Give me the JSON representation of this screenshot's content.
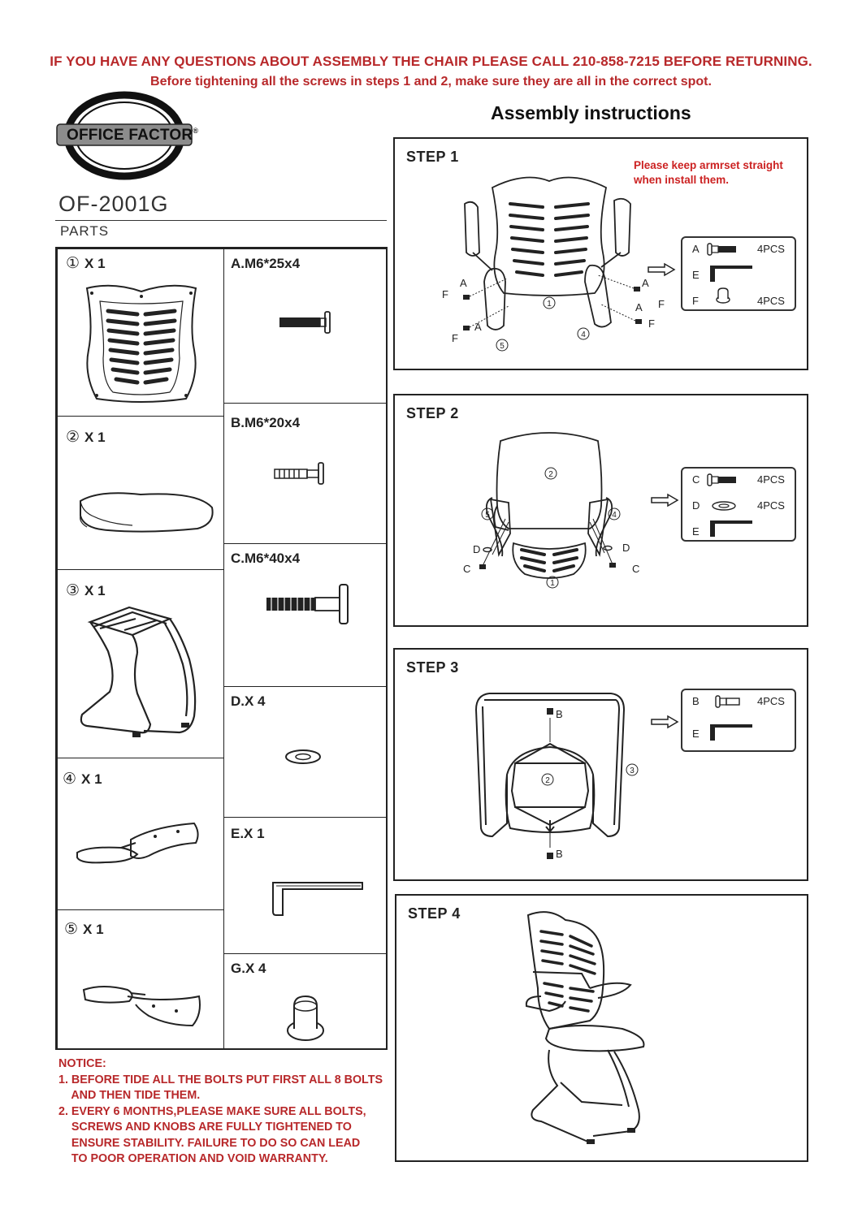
{
  "header": {
    "warning_line1": "IF YOU HAVE ANY QUESTIONS ABOUT ASSEMBLY THE CHAIR PLEASE CALL 210-858-7215 BEFORE RETURNING.",
    "warning_line2": "Before tightening all the screws in steps 1 and 2, make sure they are all in the correct spot."
  },
  "brand": {
    "logo_text": "OFFICE FACTOR",
    "logo_mark": "®"
  },
  "product": {
    "model": "OF-2001G",
    "parts_heading": "PARTS"
  },
  "assembly_title": "Assembly instructions",
  "parts": {
    "p1": {
      "num": "①",
      "qty": "X 1"
    },
    "p2": {
      "num": "②",
      "qty": "X 1"
    },
    "p3": {
      "num": "③",
      "qty": "X 1"
    },
    "p4": {
      "num": "④",
      "qty": "X 1"
    },
    "p5": {
      "num": "⑤",
      "qty": "X 1"
    },
    "a": "A.M6*25x4",
    "b": "B.M6*20x4",
    "c": "C.M6*40x4",
    "d": "D.X 4",
    "e": "E.X 1",
    "g": "G.X 4"
  },
  "steps": {
    "s1": {
      "title": "STEP 1",
      "note_line1": "Please keep armrset straight",
      "note_line2": "when install them.",
      "legend": [
        {
          "letter": "A",
          "qty": "4PCS"
        },
        {
          "letter": "E",
          "qty": ""
        },
        {
          "letter": "F",
          "qty": "4PCS"
        }
      ],
      "labels": {
        "n1": "1",
        "n4": "4",
        "n5": "5",
        "a": "A",
        "f": "F"
      }
    },
    "s2": {
      "title": "STEP 2",
      "legend": [
        {
          "letter": "C",
          "qty": "4PCS"
        },
        {
          "letter": "D",
          "qty": "4PCS"
        },
        {
          "letter": "E",
          "qty": ""
        }
      ],
      "labels": {
        "n1": "1",
        "n2": "2",
        "n4": "4",
        "n5": "5",
        "c": "C",
        "d": "D"
      }
    },
    "s3": {
      "title": "STEP 3",
      "legend": [
        {
          "letter": "B",
          "qty": "4PCS"
        },
        {
          "letter": "E",
          "qty": ""
        }
      ],
      "labels": {
        "n2": "2",
        "n3": "3",
        "b": "B"
      }
    },
    "s4": {
      "title": "STEP 4"
    }
  },
  "notice": {
    "heading": "NOTICE:",
    "line1": "1. BEFORE TIDE ALL THE BOLTS PUT FIRST ALL 8 BOLTS",
    "line2": "    AND THEN TIDE THEM.",
    "line3": "2. EVERY 6 MONTHS,PLEASE MAKE SURE ALL BOLTS,",
    "line4": "    SCREWS AND KNOBS ARE FULLY TIGHTENED TO",
    "line5": "    ENSURE STABILITY. FAILURE TO DO SO CAN LEAD",
    "line6": "    TO POOR OPERATION AND VOID WARRANTY."
  },
  "colors": {
    "warning_red": "#b8282a",
    "line": "#222222"
  }
}
